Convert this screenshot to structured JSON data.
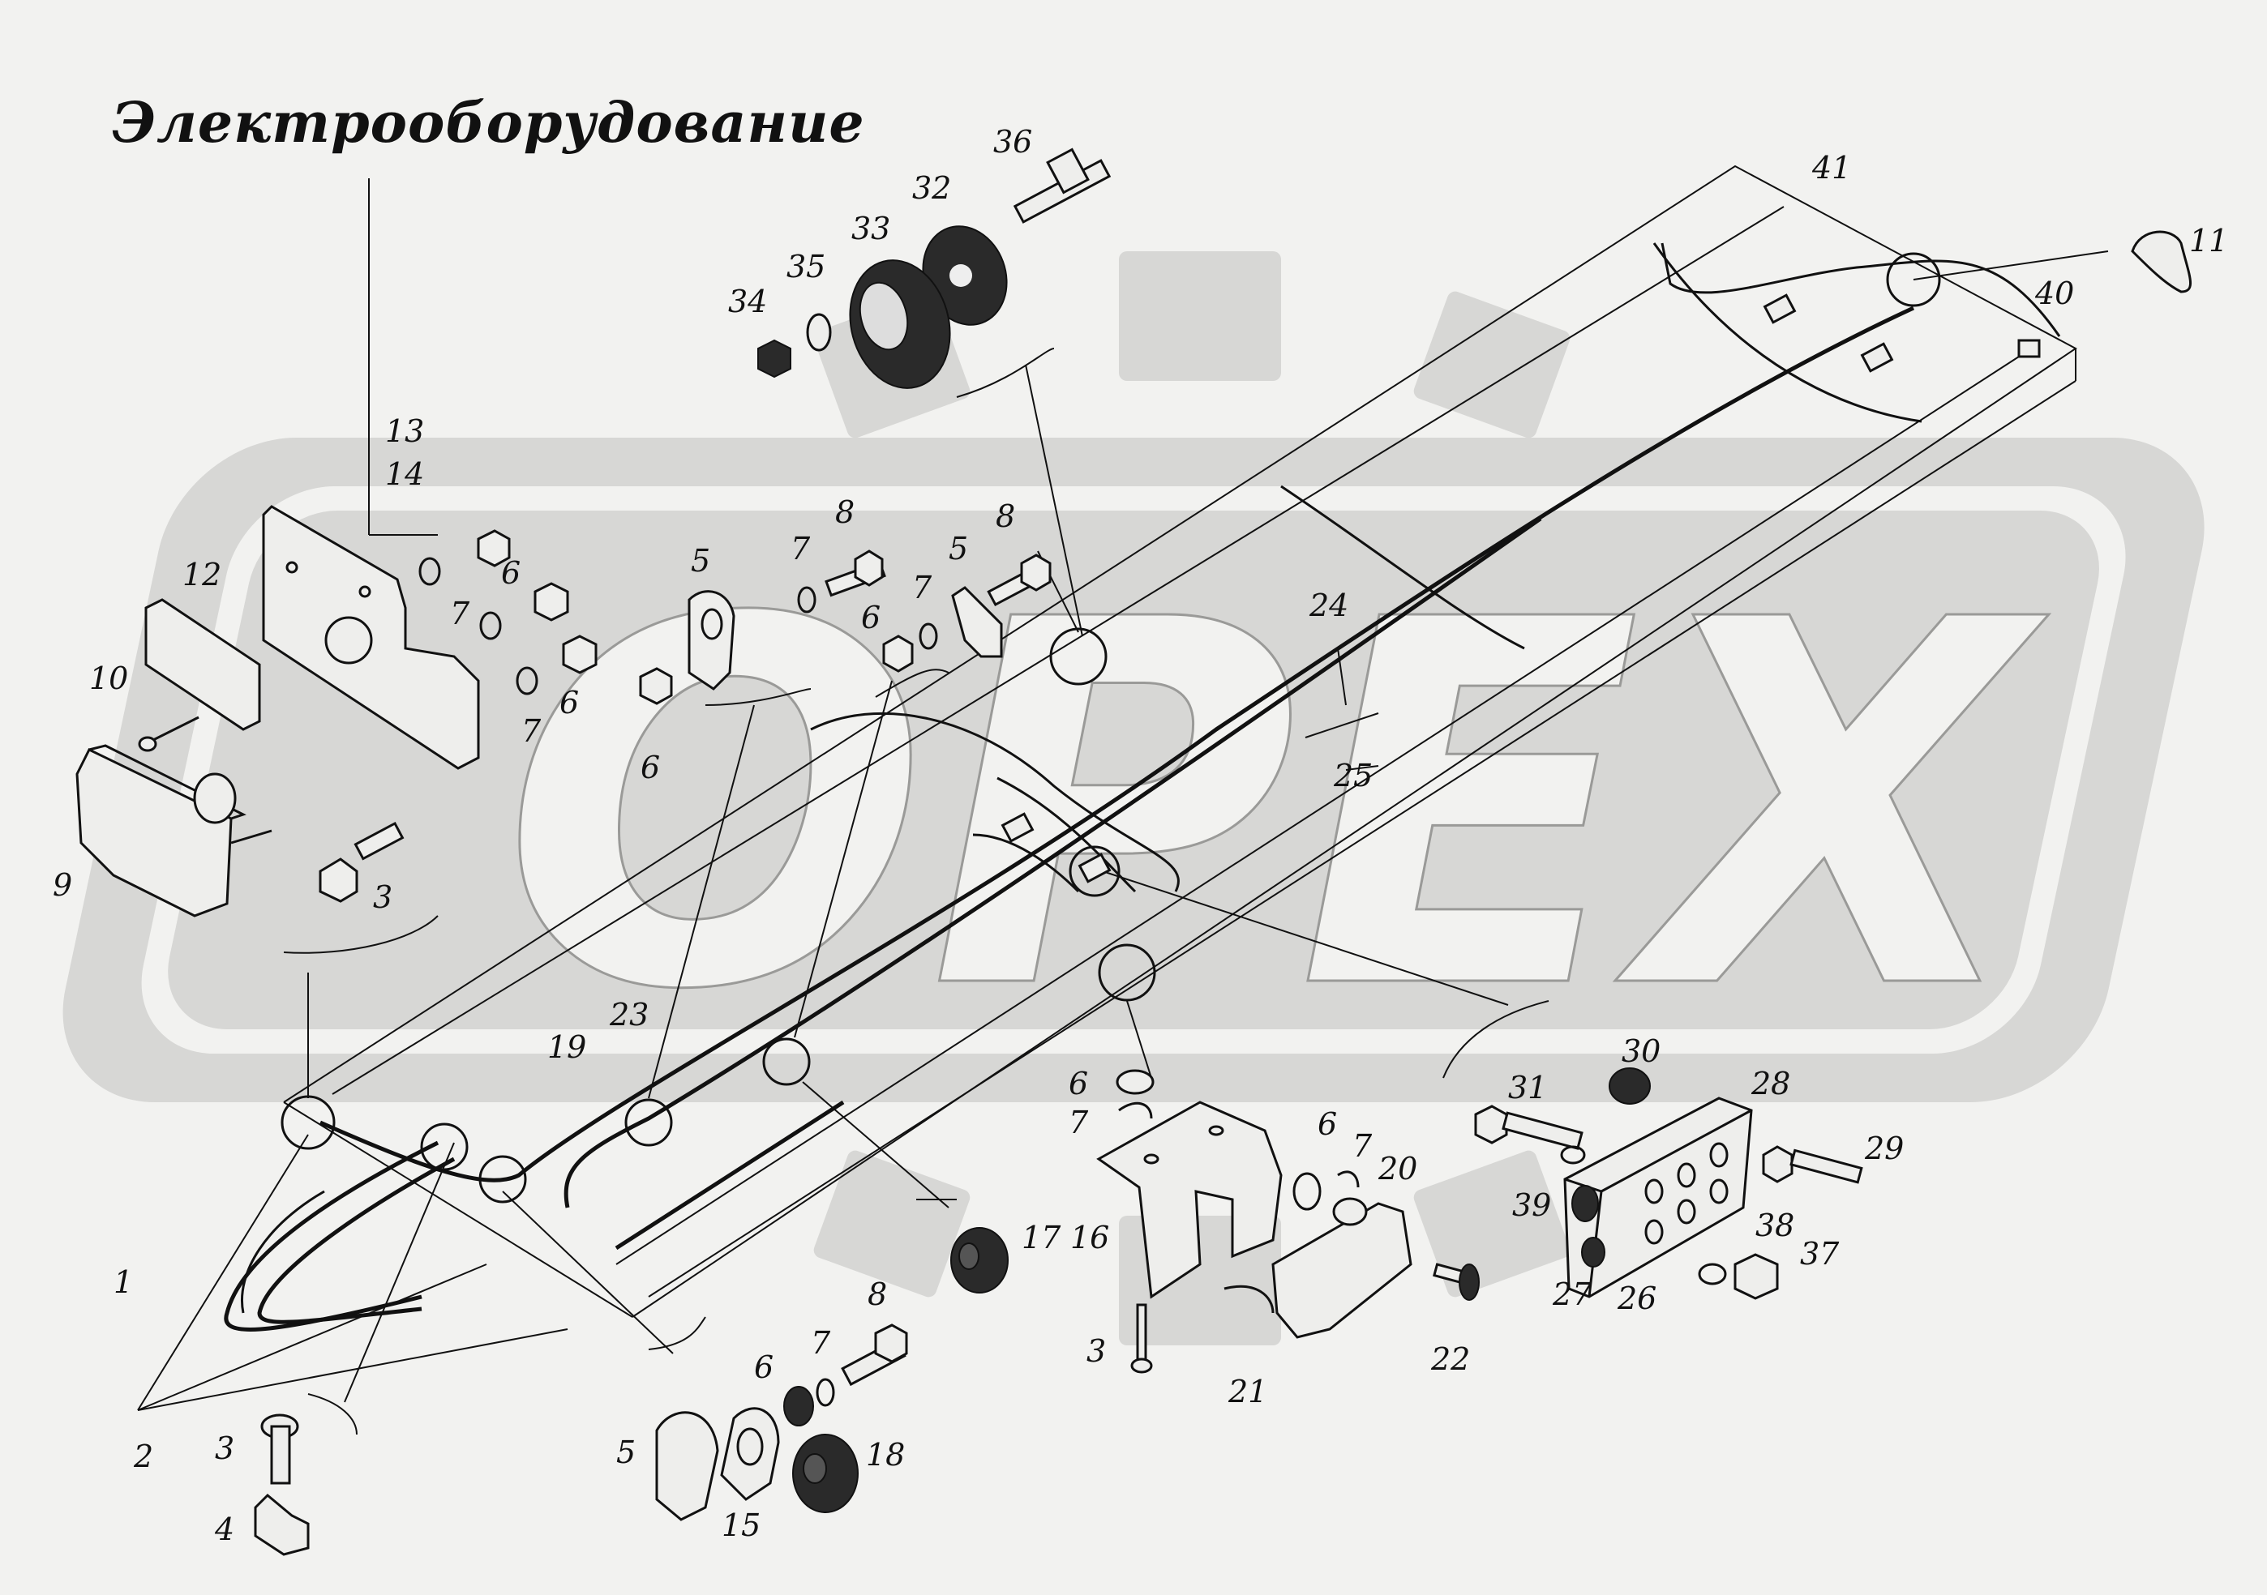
{
  "title": "Электрооборудование",
  "watermark": {
    "text": "OPEX",
    "color": "#d7d7d5"
  },
  "callouts": [
    {
      "id": "c36",
      "text": "36"
    },
    {
      "id": "c32",
      "text": "32"
    },
    {
      "id": "c33",
      "text": "33"
    },
    {
      "id": "c35",
      "text": "35"
    },
    {
      "id": "c34",
      "text": "34"
    },
    {
      "id": "c41",
      "text": "41"
    },
    {
      "id": "c11",
      "text": "11"
    },
    {
      "id": "c40",
      "text": "40"
    },
    {
      "id": "c13",
      "text": "13"
    },
    {
      "id": "c14",
      "text": "14"
    },
    {
      "id": "c12",
      "text": "12"
    },
    {
      "id": "c10",
      "text": "10"
    },
    {
      "id": "c9",
      "text": "9"
    },
    {
      "id": "c3a",
      "text": "3"
    },
    {
      "id": "c7a",
      "text": "7"
    },
    {
      "id": "c6a",
      "text": "6"
    },
    {
      "id": "c6b",
      "text": "6"
    },
    {
      "id": "c7b",
      "text": "7"
    },
    {
      "id": "c6c",
      "text": "6"
    },
    {
      "id": "c5a",
      "text": "5"
    },
    {
      "id": "c8a",
      "text": "8"
    },
    {
      "id": "c7c",
      "text": "7"
    },
    {
      "id": "c8b",
      "text": "8"
    },
    {
      "id": "c5b",
      "text": "5"
    },
    {
      "id": "c7d",
      "text": "7"
    },
    {
      "id": "c6d",
      "text": "6"
    },
    {
      "id": "c24",
      "text": "24"
    },
    {
      "id": "c25",
      "text": "25"
    },
    {
      "id": "c19",
      "text": "19"
    },
    {
      "id": "c23",
      "text": "23"
    },
    {
      "id": "c30",
      "text": "30"
    },
    {
      "id": "c31",
      "text": "31"
    },
    {
      "id": "c28",
      "text": "28"
    },
    {
      "id": "c29",
      "text": "29"
    },
    {
      "id": "c39",
      "text": "39"
    },
    {
      "id": "c38",
      "text": "38"
    },
    {
      "id": "c37",
      "text": "37"
    },
    {
      "id": "c27",
      "text": "27"
    },
    {
      "id": "c26",
      "text": "26"
    },
    {
      "id": "c6e",
      "text": "6"
    },
    {
      "id": "c7e",
      "text": "7"
    },
    {
      "id": "c6f",
      "text": "6"
    },
    {
      "id": "c7f",
      "text": "7"
    },
    {
      "id": "c20",
      "text": "20"
    },
    {
      "id": "c16",
      "text": "16"
    },
    {
      "id": "c17",
      "text": "17"
    },
    {
      "id": "c3b",
      "text": "3"
    },
    {
      "id": "c21",
      "text": "21"
    },
    {
      "id": "c22",
      "text": "22"
    },
    {
      "id": "c1",
      "text": "1"
    },
    {
      "id": "c2",
      "text": "2"
    },
    {
      "id": "c3c",
      "text": "3"
    },
    {
      "id": "c4",
      "text": "4"
    },
    {
      "id": "c8c",
      "text": "8"
    },
    {
      "id": "c7g",
      "text": "7"
    },
    {
      "id": "c6g",
      "text": "6"
    },
    {
      "id": "c5c",
      "text": "5"
    },
    {
      "id": "c18",
      "text": "18"
    },
    {
      "id": "c15",
      "text": "15"
    }
  ]
}
